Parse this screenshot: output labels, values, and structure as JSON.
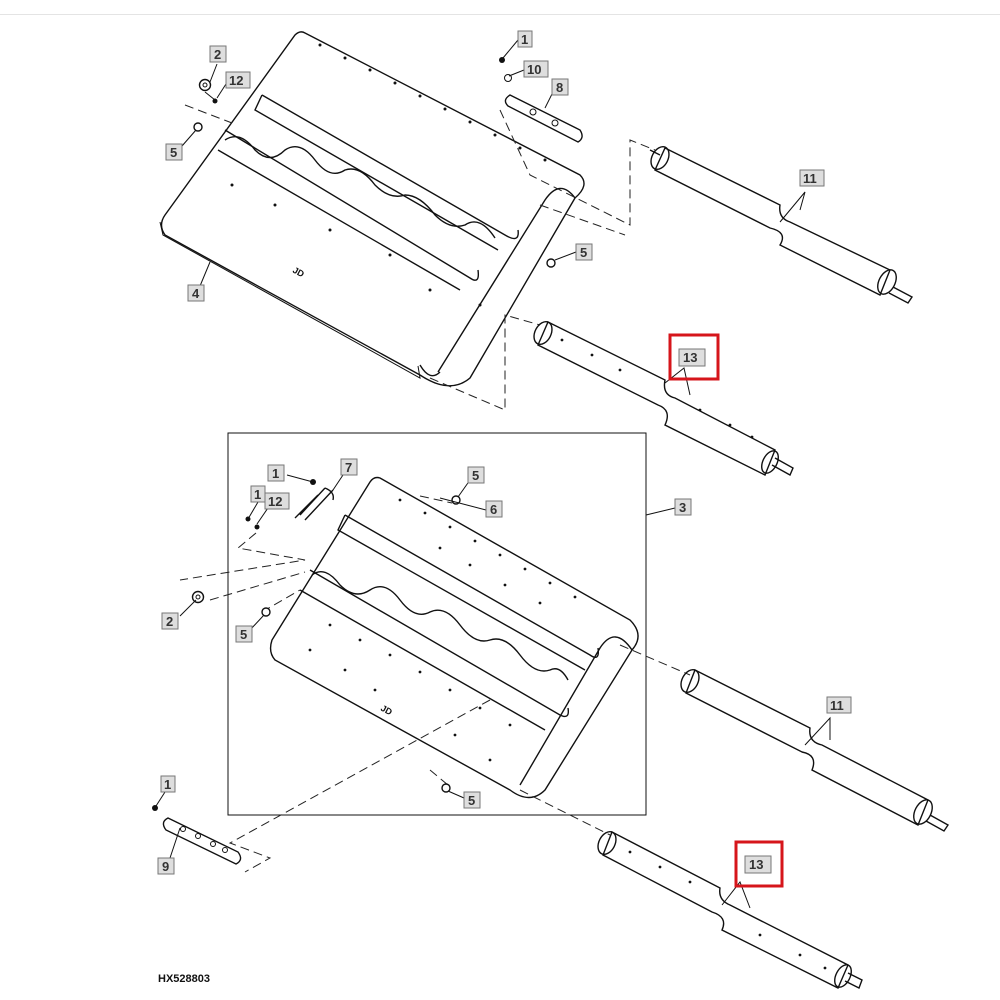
{
  "drawing_code": "HX528803",
  "brand_marking": "JD",
  "callouts": {
    "c_top_1": "1",
    "c_top_10": "10",
    "c_top_8": "8",
    "c_top_2": "2",
    "c_top_12": "12",
    "c_top_5a": "5",
    "c_top_5b": "5",
    "c_top_4": "4",
    "c_top_11": "11",
    "c_top_13": "13",
    "c_bot_1a": "1",
    "c_bot_7": "7",
    "c_bot_5a": "5",
    "c_bot_6": "6",
    "c_bot_3": "3",
    "c_bot_1b": "1",
    "c_bot_12": "12",
    "c_bot_2": "2",
    "c_bot_5b": "5",
    "c_bot_11": "11",
    "c_bot_5c": "5",
    "c_bot_1c": "1",
    "c_bot_9": "9",
    "c_bot_13": "13"
  },
  "highlighted_callout": "13",
  "highlight_color": "#d6151b"
}
